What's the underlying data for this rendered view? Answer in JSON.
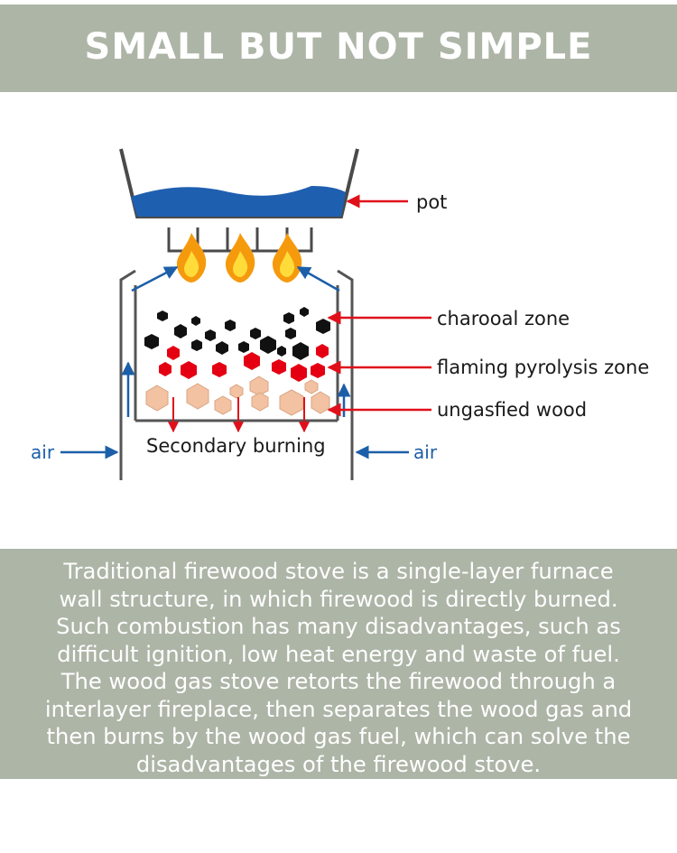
{
  "header": {
    "title": "SMALL BUT NOT SIMPLE"
  },
  "diagram": {
    "labels": {
      "pot": "pot",
      "charcoal_zone": "charooal zone",
      "flaming_zone": "flaming pyrolysis zone",
      "ungasified_wood": "ungasfied wood",
      "secondary_burning": "Secondary burning",
      "air_left": "air",
      "air_right": "air"
    },
    "colors": {
      "pot_water": "#1f5fb0",
      "arrow_red": "#e0101a",
      "arrow_blue": "#1c5fa8",
      "charcoal": "#111111",
      "flaming": "#e40012",
      "wood": "#f2c2a2",
      "flame_outer": "#f59a0d",
      "flame_inner": "#ffdc3a",
      "header_band": "#adb5a7"
    }
  },
  "description": {
    "lines": [
      "Traditional firewood stove is a single-layer furnace",
      "wall structure, in which firewood is directly burned.",
      "Such combustion has many disadvantages, such as",
      "difficult ignition, low heat energy and waste of fuel.",
      "The wood gas stove retorts the firewood through a",
      "interlayer fireplace, then separates the wood gas and",
      "then burns by the wood gas fuel, which can solve the",
      "disadvantages of the firewood stove."
    ]
  }
}
